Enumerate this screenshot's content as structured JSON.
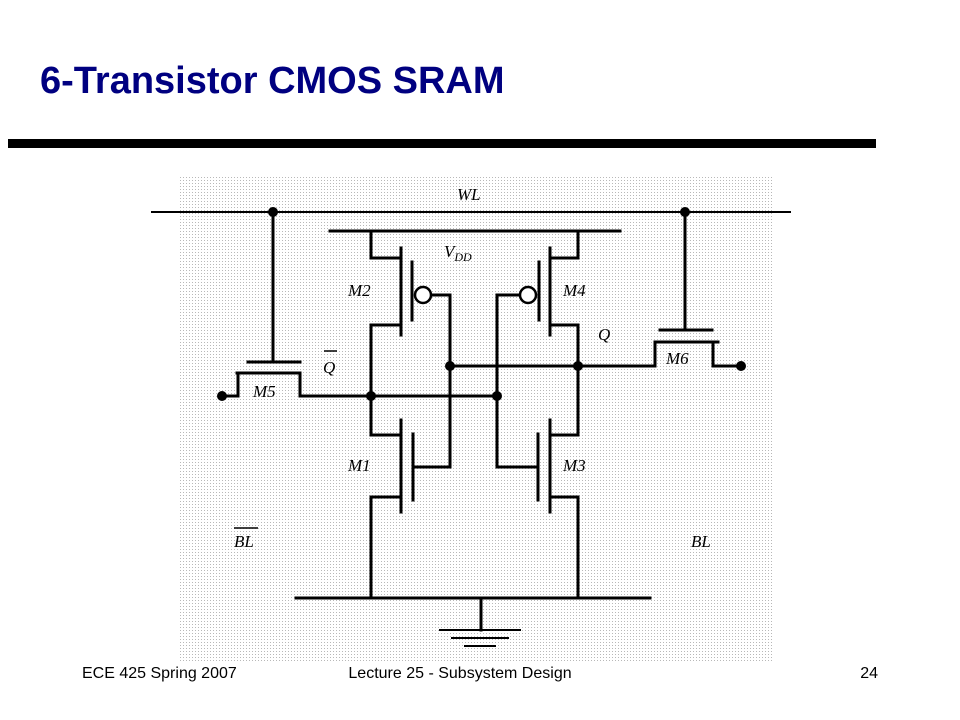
{
  "title": "6-Transistor CMOS SRAM",
  "footer": {
    "left": "ECE 425 Spring 2007",
    "center": "Lecture 25 - Subsystem Design",
    "right": "24"
  },
  "diagram": {
    "wordline": "WL",
    "vdd_main": "V",
    "vdd_sub": "DD",
    "transistors": [
      "M1",
      "M2",
      "M3",
      "M4",
      "M5",
      "M6"
    ],
    "q": "Q",
    "q_bar": "Q",
    "bitline": "BL",
    "bitline_bar": "BL"
  },
  "colors": {
    "title": "#000080",
    "background_panel": "#f2f2f2"
  }
}
